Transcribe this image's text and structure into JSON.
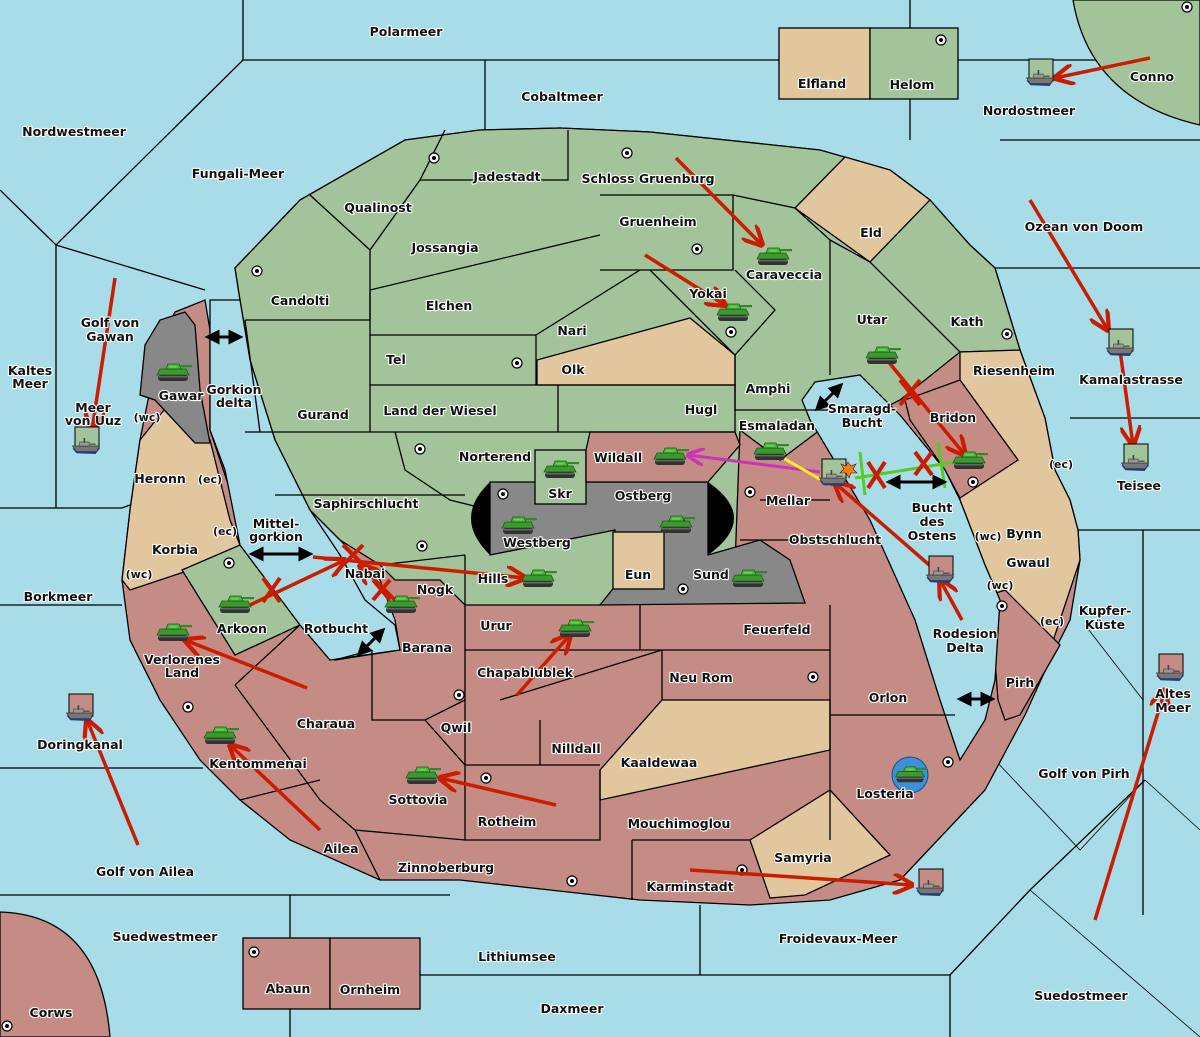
{
  "map": {
    "title": "Diplomacy map",
    "colors": {
      "sea": "#a8dce8",
      "green_power": "#a3c49a",
      "red_power": "#c48c84",
      "neutral": "#e2c69e",
      "impassable": "#888888",
      "order_move": "#cc1c00",
      "order_support": "#55cc22",
      "order_convoy_magenta": "#cc33bb",
      "order_convoy_yellow": "#ffee22",
      "dislodged_ring": "#3d8fd8"
    }
  },
  "labels": [
    {
      "id": "polarmeer",
      "text": "Polarmeer"
    },
    {
      "id": "cobaltmeer",
      "text": "Cobaltmeer"
    },
    {
      "id": "nordwestmeer",
      "text": "Nordwestmeer"
    },
    {
      "id": "fungali-meer",
      "text": "Fungali-Meer"
    },
    {
      "id": "elfland",
      "text": "Elfland"
    },
    {
      "id": "helom",
      "text": "Helom"
    },
    {
      "id": "conno",
      "text": "Conno"
    },
    {
      "id": "nordostmeer",
      "text": "Nordostmeer"
    },
    {
      "id": "jadestadt",
      "text": "Jadestadt"
    },
    {
      "id": "schloss-gruenburg",
      "text": "Schloss Gruenburg"
    },
    {
      "id": "qualinost",
      "text": "Qualinost"
    },
    {
      "id": "gruenheim",
      "text": "Gruenheim"
    },
    {
      "id": "eld",
      "text": "Eld"
    },
    {
      "id": "ozean-von-doom",
      "text": "Ozean von Doom"
    },
    {
      "id": "jossangia",
      "text": "Jossangia"
    },
    {
      "id": "caraveccia",
      "text": "Caraveccia"
    },
    {
      "id": "candolti",
      "text": "Candolti"
    },
    {
      "id": "elchen",
      "text": "Elchen"
    },
    {
      "id": "yokai",
      "text": "Yokai"
    },
    {
      "id": "utar",
      "text": "Utar"
    },
    {
      "id": "kath",
      "text": "Kath"
    },
    {
      "id": "nari",
      "text": "Nari"
    },
    {
      "id": "tel",
      "text": "Tel"
    },
    {
      "id": "olk",
      "text": "Olk"
    },
    {
      "id": "riesenheim",
      "text": "Riesenheim"
    },
    {
      "id": "kamalastrasse",
      "text": "Kamalastrasse"
    },
    {
      "id": "amphi",
      "text": "Amphi"
    },
    {
      "id": "gawar",
      "text": "Gawar"
    },
    {
      "id": "gorkion-delta-1",
      "text": "Gorkion"
    },
    {
      "id": "gorkion-delta-2",
      "text": "delta"
    },
    {
      "id": "golf-von-gawan-1",
      "text": "Golf von"
    },
    {
      "id": "golf-von-gawan-2",
      "text": "Gawan"
    },
    {
      "id": "kaltes-meer-1",
      "text": "Kaltes"
    },
    {
      "id": "kaltes-meer-2",
      "text": "Meer"
    },
    {
      "id": "meer-von-uuz-1",
      "text": "Meer"
    },
    {
      "id": "meer-von-uuz-2",
      "text": "von Uuz"
    },
    {
      "id": "gurand",
      "text": "Gurand"
    },
    {
      "id": "land-der-wiesel",
      "text": "Land der Wiesel"
    },
    {
      "id": "hugl",
      "text": "Hugl"
    },
    {
      "id": "smaragd-bucht-1",
      "text": "Smaragd-"
    },
    {
      "id": "smaragd-bucht-2",
      "text": "Bucht"
    },
    {
      "id": "bridon",
      "text": "Bridon"
    },
    {
      "id": "esmaladan",
      "text": "Esmaladan"
    },
    {
      "id": "heronn",
      "text": "Heronn"
    },
    {
      "id": "norterend",
      "text": "Norterend"
    },
    {
      "id": "wildall",
      "text": "Wildall"
    },
    {
      "id": "skr",
      "text": "Skr"
    },
    {
      "id": "ostberg",
      "text": "Ostberg"
    },
    {
      "id": "mellar",
      "text": "Mellar"
    },
    {
      "id": "teisee",
      "text": "Teisee"
    },
    {
      "id": "saphirschlucht",
      "text": "Saphirschlucht"
    },
    {
      "id": "westberg",
      "text": "Westberg"
    },
    {
      "id": "bucht-des-ostens-1",
      "text": "Bucht"
    },
    {
      "id": "bucht-des-ostens-2",
      "text": "des"
    },
    {
      "id": "bucht-des-ostens-3",
      "text": "Ostens"
    },
    {
      "id": "mittel-gorkion-1",
      "text": "Mittel-"
    },
    {
      "id": "mittel-gorkion-2",
      "text": "gorkion"
    },
    {
      "id": "obstschlucht",
      "text": "Obstschlucht"
    },
    {
      "id": "bynn",
      "text": "Bynn"
    },
    {
      "id": "korbia",
      "text": "Korbia"
    },
    {
      "id": "nabai",
      "text": "Nabai"
    },
    {
      "id": "hills",
      "text": "Hills"
    },
    {
      "id": "eun",
      "text": "Eun"
    },
    {
      "id": "sund",
      "text": "Sund"
    },
    {
      "id": "gwaul",
      "text": "Gwaul"
    },
    {
      "id": "nogk",
      "text": "Nogk"
    },
    {
      "id": "borkmeer",
      "text": "Borkmeer"
    },
    {
      "id": "kupfer-kueste-1",
      "text": "Kupfer-"
    },
    {
      "id": "kupfer-kueste-2",
      "text": "Küste"
    },
    {
      "id": "arkoon",
      "text": "Arkoon"
    },
    {
      "id": "rotbucht",
      "text": "Rotbucht"
    },
    {
      "id": "urur",
      "text": "Urur"
    },
    {
      "id": "feuerfeld",
      "text": "Feuerfeld"
    },
    {
      "id": "rodesion-delta-1",
      "text": "Rodesion"
    },
    {
      "id": "rodesion-delta-2",
      "text": "Delta"
    },
    {
      "id": "verlorenes-land-1",
      "text": "Verlorenes"
    },
    {
      "id": "verlorenes-land-2",
      "text": "Land"
    },
    {
      "id": "barana",
      "text": "Barana"
    },
    {
      "id": "chapablublek",
      "text": "Chapablublek"
    },
    {
      "id": "neu-rom",
      "text": "Neu Rom"
    },
    {
      "id": "pirh",
      "text": "Pirh"
    },
    {
      "id": "orlon",
      "text": "Orlon"
    },
    {
      "id": "altes-meer-1",
      "text": "Altes"
    },
    {
      "id": "altes-meer-2",
      "text": "Meer"
    },
    {
      "id": "charaua",
      "text": "Charaua"
    },
    {
      "id": "qwil",
      "text": "Qwil"
    },
    {
      "id": "doringkanal",
      "text": "Doringkanal"
    },
    {
      "id": "nilldall",
      "text": "Nilldall"
    },
    {
      "id": "kentommenai",
      "text": "Kentommenai"
    },
    {
      "id": "kaaldewaa",
      "text": "Kaaldewaa"
    },
    {
      "id": "golf-von-pirh",
      "text": "Golf von Pirh"
    },
    {
      "id": "losteria",
      "text": "Losteria"
    },
    {
      "id": "sottovia",
      "text": "Sottovia"
    },
    {
      "id": "rotheim",
      "text": "Rotheim"
    },
    {
      "id": "mouchimoglou",
      "text": "Mouchimoglou"
    },
    {
      "id": "ailea",
      "text": "Ailea"
    },
    {
      "id": "samyria",
      "text": "Samyria"
    },
    {
      "id": "zinnoberburg",
      "text": "Zinnoberburg"
    },
    {
      "id": "karminstadt",
      "text": "Karminstadt"
    },
    {
      "id": "golf-von-ailea",
      "text": "Golf von Ailea"
    },
    {
      "id": "suedwestmeer",
      "text": "Suedwestmeer"
    },
    {
      "id": "froidevaux-meer",
      "text": "Froidevaux-Meer"
    },
    {
      "id": "lithiumsee",
      "text": "Lithiumsee"
    },
    {
      "id": "suedostmeer",
      "text": "Suedostmeer"
    },
    {
      "id": "abaun",
      "text": "Abaun"
    },
    {
      "id": "ornheim",
      "text": "Ornheim"
    },
    {
      "id": "daxmeer",
      "text": "Daxmeer"
    },
    {
      "id": "corws",
      "text": "Corws"
    }
  ],
  "coast_labels": [
    {
      "id": "gawar-wc",
      "text": "(wc)"
    },
    {
      "id": "heronn-ec",
      "text": "(ec)"
    },
    {
      "id": "korbia-ec",
      "text": "(ec)"
    },
    {
      "id": "korbia-wc",
      "text": "(wc)"
    },
    {
      "id": "bynn-ec",
      "text": "(ec)"
    },
    {
      "id": "bynn-wc",
      "text": "(wc)"
    },
    {
      "id": "gwaul-wc",
      "text": "(wc)"
    },
    {
      "id": "gwaul-ec",
      "text": "(ec)"
    }
  ],
  "units": [
    {
      "type": "army",
      "power": "green",
      "province": "Gawar"
    },
    {
      "type": "army",
      "power": "green",
      "province": "Caraveccia"
    },
    {
      "type": "army",
      "power": "green",
      "province": "Yokai"
    },
    {
      "type": "army",
      "power": "green",
      "province": "Utar"
    },
    {
      "type": "army",
      "power": "green",
      "province": "Esmaladan"
    },
    {
      "type": "army",
      "power": "green",
      "province": "Wildall"
    },
    {
      "type": "army",
      "power": "green",
      "province": "Skr"
    },
    {
      "type": "army",
      "power": "green",
      "province": "Westberg"
    },
    {
      "type": "army",
      "power": "green",
      "province": "Ostberg"
    },
    {
      "type": "army",
      "power": "green",
      "province": "Bridon"
    },
    {
      "type": "army",
      "power": "green",
      "province": "Hills"
    },
    {
      "type": "army",
      "power": "green",
      "province": "Sund"
    },
    {
      "type": "army",
      "power": "green",
      "province": "Arkoon"
    },
    {
      "type": "army",
      "power": "green",
      "province": "Nogk"
    },
    {
      "type": "army",
      "power": "green",
      "province": "Verlorenes Land"
    },
    {
      "type": "army",
      "power": "green",
      "province": "Urur"
    },
    {
      "type": "army",
      "power": "green",
      "province": "Kentommenai"
    },
    {
      "type": "army",
      "power": "green",
      "province": "Sottovia"
    },
    {
      "type": "army",
      "power": "green",
      "province": "Losteria",
      "dislodged": true
    },
    {
      "type": "fleet",
      "power": "green",
      "province": "Nordostmeer"
    },
    {
      "type": "fleet",
      "power": "green",
      "province": "Meer von Uuz"
    },
    {
      "type": "fleet",
      "power": "green",
      "province": "Kamalastrasse"
    },
    {
      "type": "fleet",
      "power": "green",
      "province": "Teisee"
    },
    {
      "type": "fleet",
      "power": "green",
      "province": "Smaragd-Bucht"
    },
    {
      "type": "fleet",
      "power": "red",
      "province": "Bucht des Ostens"
    },
    {
      "type": "fleet",
      "power": "red",
      "province": "Doringkanal"
    },
    {
      "type": "fleet",
      "power": "red",
      "province": "Altes Meer"
    },
    {
      "type": "fleet",
      "power": "red",
      "province": "Froidevaux-Meer"
    }
  ],
  "orders": [
    {
      "from": "Conno",
      "to": "Nordostmeer",
      "kind": "move",
      "result": "success"
    },
    {
      "from": "Golf von Gawan",
      "to": "Meer von Uuz",
      "kind": "move",
      "result": "success"
    },
    {
      "from": "Ozean von Doom",
      "to": "Kamalastrasse",
      "kind": "move",
      "result": "success"
    },
    {
      "from": "Kamalastrasse",
      "to": "Teisee",
      "kind": "move",
      "result": "success"
    },
    {
      "from": "Schloss Gruenburg",
      "to": "Caraveccia",
      "kind": "move",
      "result": "success"
    },
    {
      "from": "Gruenheim",
      "to": "Yokai",
      "kind": "move",
      "result": "success"
    },
    {
      "from": "Utar",
      "to": "Bridon",
      "kind": "move",
      "result": "failed"
    },
    {
      "from": "Bridon",
      "to": "Smaragd-Bucht",
      "kind": "support",
      "result": "failed"
    },
    {
      "from": "Esmaladan",
      "to": "Smaragd-Bucht",
      "kind": "convoy",
      "result": "success"
    },
    {
      "from": "Smaragd-Bucht",
      "to": "Wildall",
      "kind": "convoy",
      "result": "success"
    },
    {
      "from": "Bucht des Ostens",
      "to": "Smaragd-Bucht",
      "kind": "move",
      "result": "success"
    },
    {
      "from": "Rodesion Delta",
      "to": "Bucht des Ostens",
      "kind": "move",
      "result": "success"
    },
    {
      "from": "Arkoon",
      "to": "Nabai",
      "kind": "move",
      "result": "failed"
    },
    {
      "from": "Nogk",
      "to": "Nabai",
      "kind": "move",
      "result": "failed"
    },
    {
      "from": "Nabai",
      "to": "Hills",
      "kind": "move",
      "result": "success"
    },
    {
      "from": "Charaua",
      "to": "Verlorenes Land",
      "kind": "move",
      "result": "success"
    },
    {
      "from": "Chapablublek",
      "to": "Urur",
      "kind": "move",
      "result": "success"
    },
    {
      "from": "Ailea",
      "to": "Kentommenai",
      "kind": "move",
      "result": "success"
    },
    {
      "from": "Rotheim",
      "to": "Sottovia",
      "kind": "move",
      "result": "success"
    },
    {
      "from": "Golf von Ailea",
      "to": "Doringkanal",
      "kind": "move",
      "result": "success"
    },
    {
      "from": "Karminstadt",
      "to": "Froidevaux-Meer",
      "kind": "move",
      "result": "success"
    },
    {
      "from": "Suedostmeer",
      "to": "Altes Meer",
      "kind": "move",
      "result": "success"
    }
  ]
}
